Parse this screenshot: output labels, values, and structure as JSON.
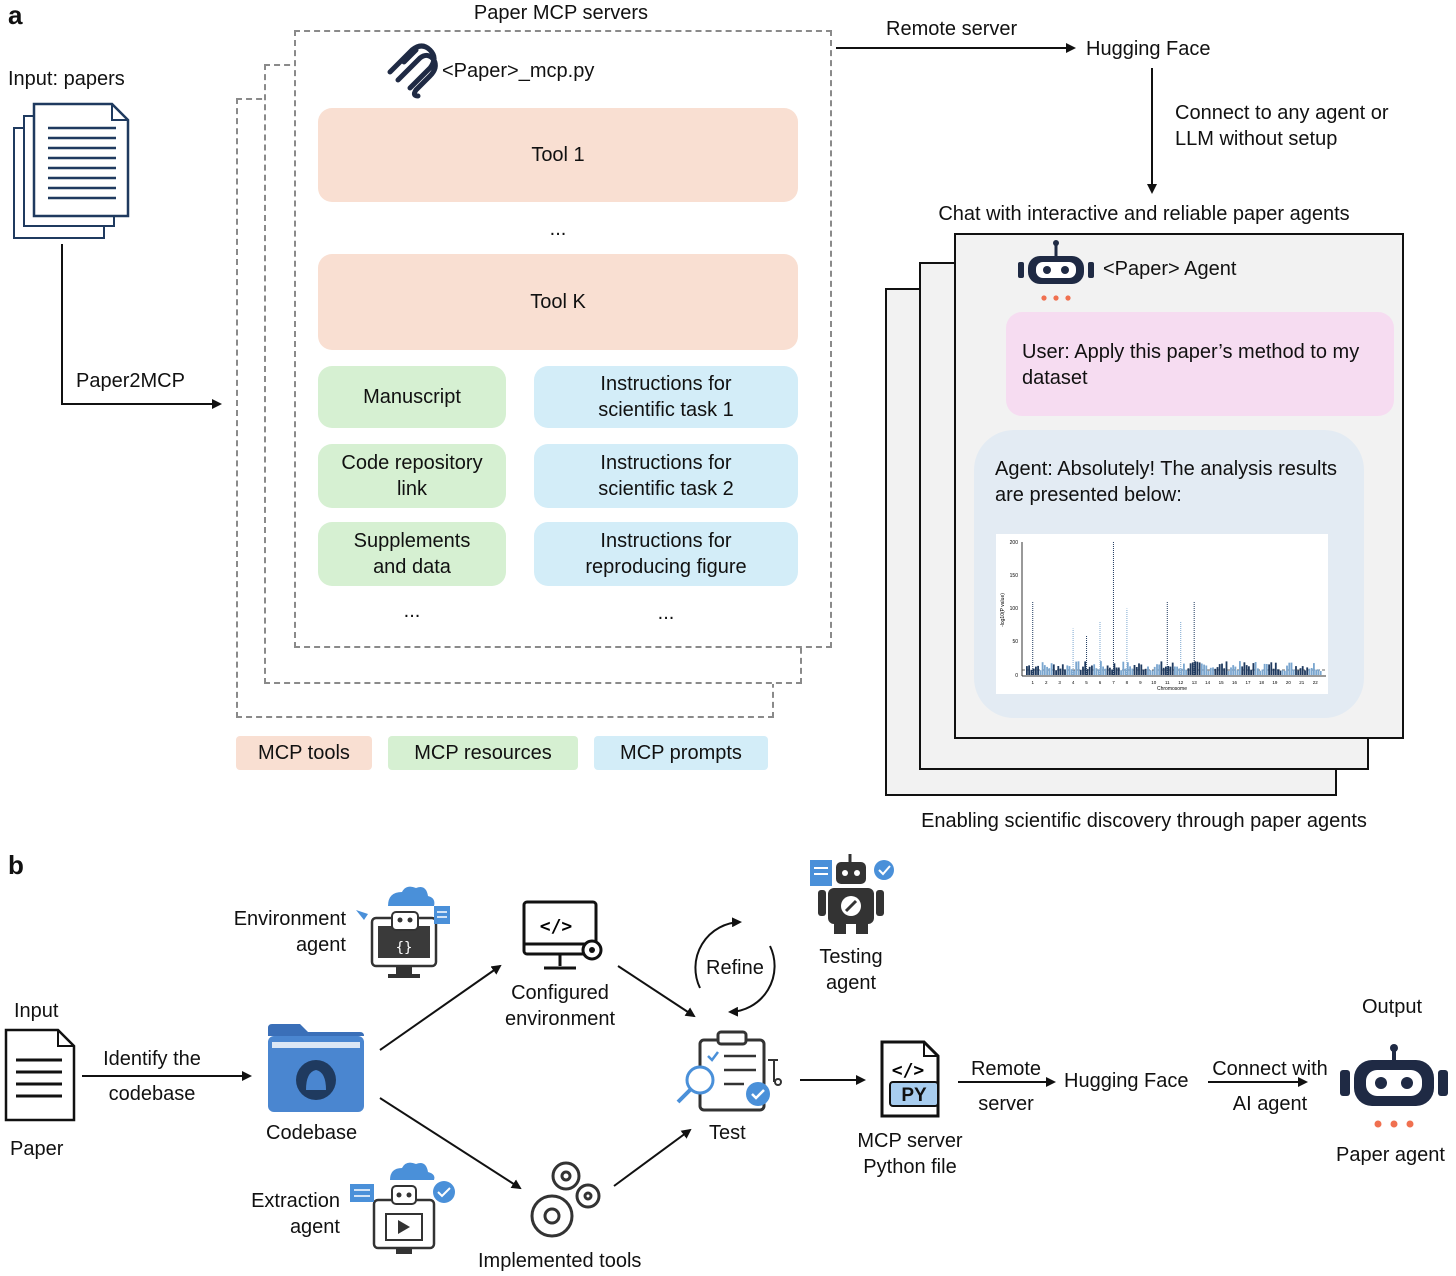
{
  "panel_a": {
    "label": "a",
    "input_label": "Input: papers",
    "arrow_label": "Paper2MCP",
    "servers_title": "Paper MCP servers",
    "file_name": "<Paper>_mcp.py",
    "tools": [
      "Tool 1",
      "...",
      "Tool K"
    ],
    "resources": [
      "Manuscript",
      "Code repository link",
      "Supplements and data",
      "..."
    ],
    "prompts": [
      "Instructions for scientific task 1",
      "Instructions for scientific task 2",
      "Instructions for reproducing figure",
      "..."
    ],
    "legend": {
      "tools": "MCP tools",
      "resources": "MCP resources",
      "prompts": "MCP prompts"
    },
    "remote_label": "Remote server",
    "hub": "Hugging Face",
    "connect_label": "Connect to any agent or LLM without setup",
    "chat_title": "Chat with interactive and reliable paper agents",
    "agent_name": "<Paper> Agent",
    "user_message": "User: Apply this paper’s method to my dataset",
    "agent_message": "Agent: Absolutely! The analysis results are presented below:",
    "plot": {
      "y_axis_label": "-log10(P value)",
      "x_axis_label": "Chromosome",
      "y_ticks": [
        "200",
        "150",
        "100",
        "50",
        "0"
      ],
      "x_ticks": [
        "1",
        "2",
        "3",
        "4",
        "5",
        "6",
        "7",
        "8",
        "9",
        "10",
        "11",
        "12",
        "13",
        "14",
        "15",
        "16",
        "17",
        "18",
        "19",
        "20",
        "21",
        "22"
      ]
    },
    "footer": "Enabling scientific discovery through paper agents"
  },
  "panel_b": {
    "label": "b",
    "input_top": "Input",
    "input_bottom": "Paper",
    "identify_label": "Identify the codebase",
    "codebase": "Codebase",
    "env_agent": "Environment agent",
    "extract_agent": "Extraction agent",
    "configured_env": "Configured environment",
    "implemented_tools": "Implemented tools",
    "refine": "Refine",
    "testing_agent": "Testing agent",
    "test": "Test",
    "mcp_file": "MCP server Python file",
    "py_badge": "PY",
    "remote_label": "Remote server",
    "hub": "Hugging Face",
    "connect_label": "Connect with AI agent",
    "output_top": "Output",
    "output_bottom": "Paper agent"
  },
  "colors": {
    "tool": "#f9dfd2",
    "resource": "#d6f0d2",
    "prompt": "#d3edf8",
    "user_bubble": "#f6dcf1",
    "agent_bubble": "#e3ebf3",
    "icon_blue": "#4a90d9",
    "navy": "#1f3a5f",
    "robot_dots": "#f07050"
  }
}
